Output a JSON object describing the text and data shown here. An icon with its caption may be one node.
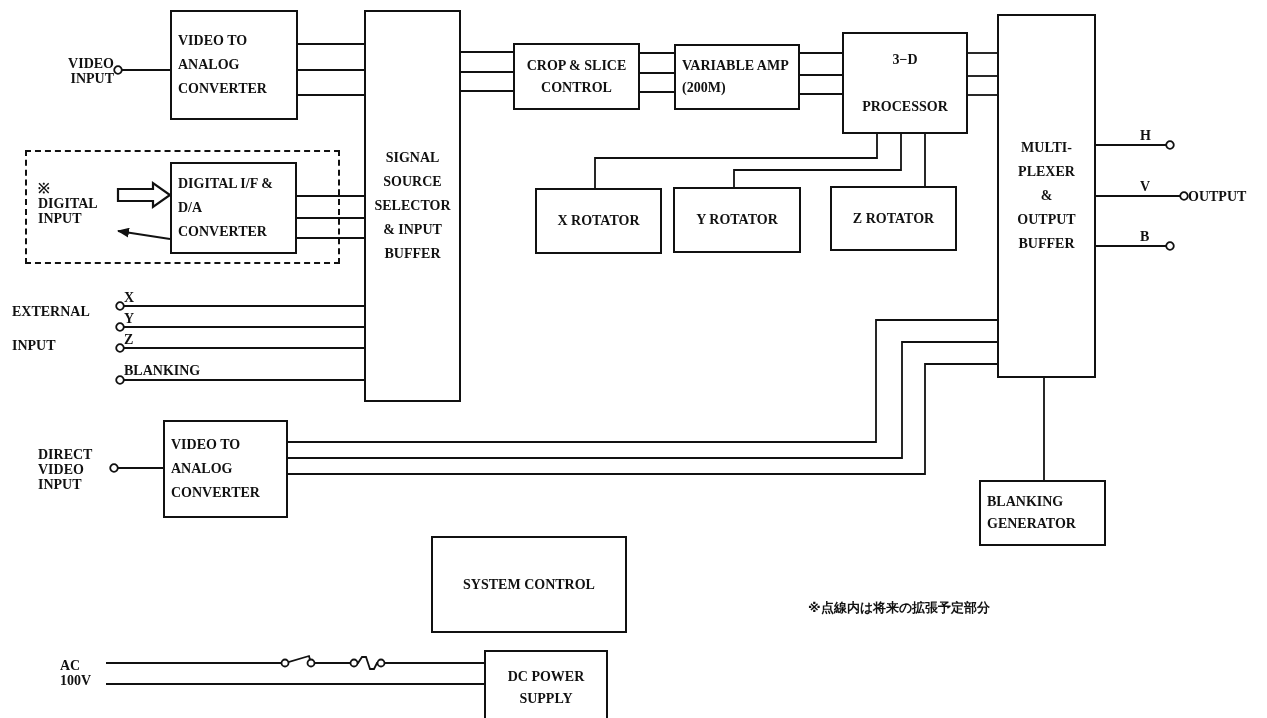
{
  "diagram": {
    "nodes": [
      {
        "text": [
          "VIDEO INPUT"
        ]
      },
      {
        "text": [
          "VIDEO TO ANALOG CONVERTER"
        ]
      },
      {
        "text": [
          "SIGNAL SOURCE SELECTOR & INPUT BUFFER"
        ]
      },
      {
        "text": [
          "CROP & SLICE CONTROL"
        ]
      },
      {
        "text": [
          "VARIABLE AMP (200M)"
        ]
      },
      {
        "text": [
          "3−D",
          "PROCESSOR"
        ]
      },
      {
        "text": [
          "MULTI- PLEXER & OUTPUT BUFFER"
        ]
      },
      {
        "text": [],
        "shape": "box"
      },
      {
        "text": [
          "※ DIGITAL INPUT"
        ],
        "in": 7
      },
      {
        "text": [
          "DIGITAL I/F & D/A CONVERTER"
        ],
        "in": 7
      },
      {
        "text": [
          "X ROTATOR"
        ]
      },
      {
        "text": [
          "Y ROTATOR"
        ]
      },
      {
        "text": [
          "Z ROTATOR"
        ]
      },
      {
        "text": [
          "DIRECT VIDEO INPUT"
        ]
      },
      {
        "text": [
          "VIDEO TO ANALOG CONVERTER"
        ]
      },
      {
        "text": [
          "BLANKING GENERATOR"
        ]
      },
      {
        "text": [
          "SYSTEM CONTROL"
        ]
      },
      {
        "text": [
          "AC 100V"
        ]
      },
      {
        "text": [
          "DC POWER SUPPLY"
        ]
      },
      {
        "text": [
          "OUTPUT"
        ]
      }
    ],
    "edges": [
      {
        "from": 0,
        "to": 1,
        "arrow": "other"
      },
      {
        "from": 1,
        "to": 2,
        "arrow": "none"
      },
      {
        "from": 1,
        "to": 2,
        "arrow": "none"
      },
      {
        "from": 1,
        "to": 2,
        "arrow": "none"
      },
      {
        "from": 2,
        "to": 3,
        "arrow": "none"
      },
      {
        "from": 2,
        "to": 3,
        "arrow": "none"
      },
      {
        "from": 2,
        "to": 3,
        "arrow": "none"
      },
      {
        "from": 3,
        "to": 4,
        "arrow": "none"
      },
      {
        "from": 3,
        "to": 4,
        "arrow": "none"
      },
      {
        "from": 3,
        "to": 4,
        "arrow": "none"
      },
      {
        "from": 4,
        "to": 5,
        "arrow": "none"
      },
      {
        "from": 4,
        "to": 5,
        "arrow": "none"
      },
      {
        "from": 4,
        "to": 5,
        "arrow": "none"
      },
      {
        "from": 5,
        "to": 6,
        "arrow": "none"
      },
      {
        "from": 5,
        "to": 6,
        "arrow": "none"
      },
      {
        "from": 5,
        "to": 6,
        "arrow": "none"
      },
      {
        "from": 5,
        "to": 10,
        "arrow": "none"
      },
      {
        "from": 5,
        "to": 11,
        "arrow": "none"
      },
      {
        "from": 5,
        "to": 12,
        "arrow": "none"
      },
      {
        "from": 8,
        "to": 9,
        "arrow": "to"
      },
      {
        "from": 9,
        "to": 8,
        "arrow": "to"
      },
      {
        "from": 9,
        "to": 2,
        "arrow": "none"
      },
      {
        "from": 9,
        "to": 2,
        "arrow": "none"
      },
      {
        "from": 9,
        "to": 2,
        "arrow": "none"
      },
      {
        "from": null,
        "to": 2,
        "arrow": "other",
        "label": "X"
      },
      {
        "from": null,
        "to": 2,
        "arrow": "other",
        "label": "Y"
      },
      {
        "from": null,
        "to": 2,
        "arrow": "other",
        "label": "Z"
      },
      {
        "from": null,
        "to": 2,
        "arrow": "other",
        "label": "BLANKING"
      },
      {
        "from": 13,
        "to": 14,
        "arrow": "other"
      },
      {
        "from": 14,
        "to": 6,
        "arrow": "none"
      },
      {
        "from": 14,
        "to": 6,
        "arrow": "none"
      },
      {
        "from": 14,
        "to": 6,
        "arrow": "none"
      },
      {
        "from": 6,
        "to": 15,
        "arrow": "none"
      },
      {
        "from": 6,
        "to": null,
        "arrow": "other",
        "label": "H"
      },
      {
        "from": 6,
        "to": 19,
        "arrow": "other",
        "label": "V"
      },
      {
        "from": 6,
        "to": null,
        "arrow": "other",
        "label": "B"
      },
      {
        "from": 17,
        "to": 18,
        "arrow": "none"
      },
      {
        "from": 17,
        "to": 18,
        "arrow": "none"
      }
    ],
    "labels": [
      "EXTERNAL",
      "INPUT",
      "※点線内は将来の拡張予定部分"
    ]
  }
}
